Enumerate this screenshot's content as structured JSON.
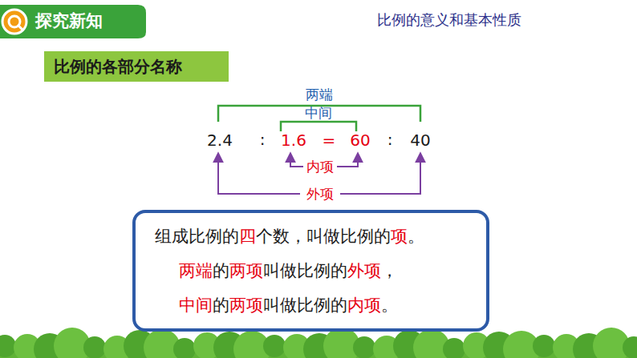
{
  "diagram": {
    "title": "比例的意义和基本性质",
    "nodes": [
      {
        "text": [
          "探究新知"
        ]
      },
      {
        "text": [
          "比例的各部分名称"
        ]
      },
      {
        "text": [
          "组成比例的四个数，叫做比例的项。",
          "两端的两项叫做比例的外项，",
          "中间的两项叫做比例的内项。"
        ]
      }
    ],
    "labels": [
      "两端",
      "中间",
      "2.4",
      ":",
      "1.6",
      "=",
      "60",
      ":",
      "40",
      "内项",
      "外项"
    ]
  }
}
